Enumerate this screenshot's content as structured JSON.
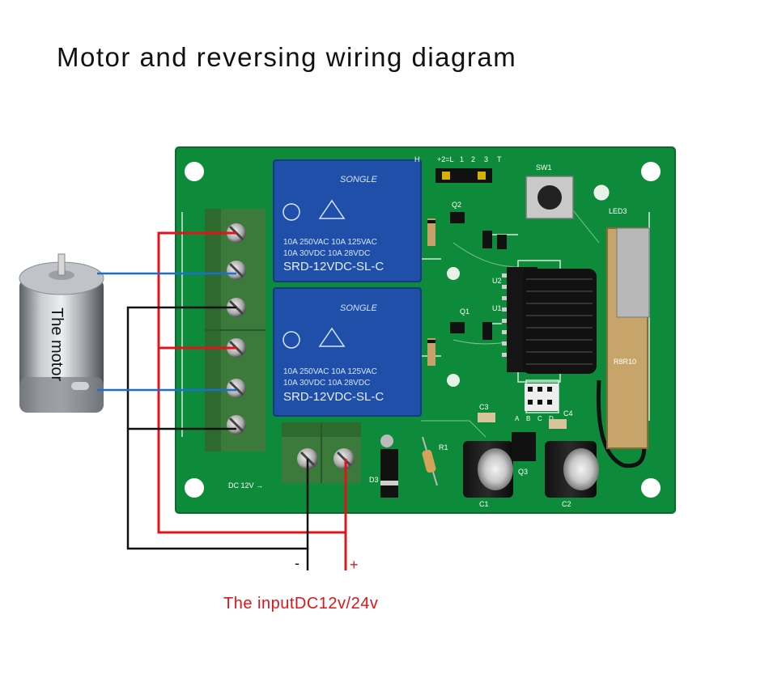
{
  "title": "Motor and reversing wiring diagram",
  "motor": {
    "label": "The motor"
  },
  "input": {
    "label": "The inputDC12v/24v",
    "minus": "-",
    "plus": "+",
    "board_marking": "DC 12V →"
  },
  "relays": {
    "brand": "SONGLE",
    "rating1": "10A 250VAC  10A 125VAC",
    "rating2": "10A  30VDC  10A  28VDC",
    "model": "SRD-12VDC-SL-C"
  },
  "board_labels": {
    "jumper": "+2=L",
    "h": "H",
    "pins": [
      "1",
      "2",
      "3"
    ],
    "t": "T",
    "sw": "SW1",
    "led3": "LED3",
    "q2": "Q2",
    "q1": "Q1",
    "q3": "Q3",
    "u1": "U1",
    "u2": "U2",
    "r1": "R1",
    "d3": "D3",
    "c1": "C1",
    "c2": "C2",
    "c3": "C3",
    "c4": "C4",
    "rb": "R8R10",
    "abcd": [
      "A",
      "B",
      "C",
      "D"
    ]
  },
  "colors": {
    "board": "#0d8a3a",
    "relay": "#1f4fa8",
    "terminal": "#3b7a3a",
    "positive_wire": "#e0141b",
    "motor_wire": "#1a6fd1",
    "negative_wire": "#111111"
  }
}
